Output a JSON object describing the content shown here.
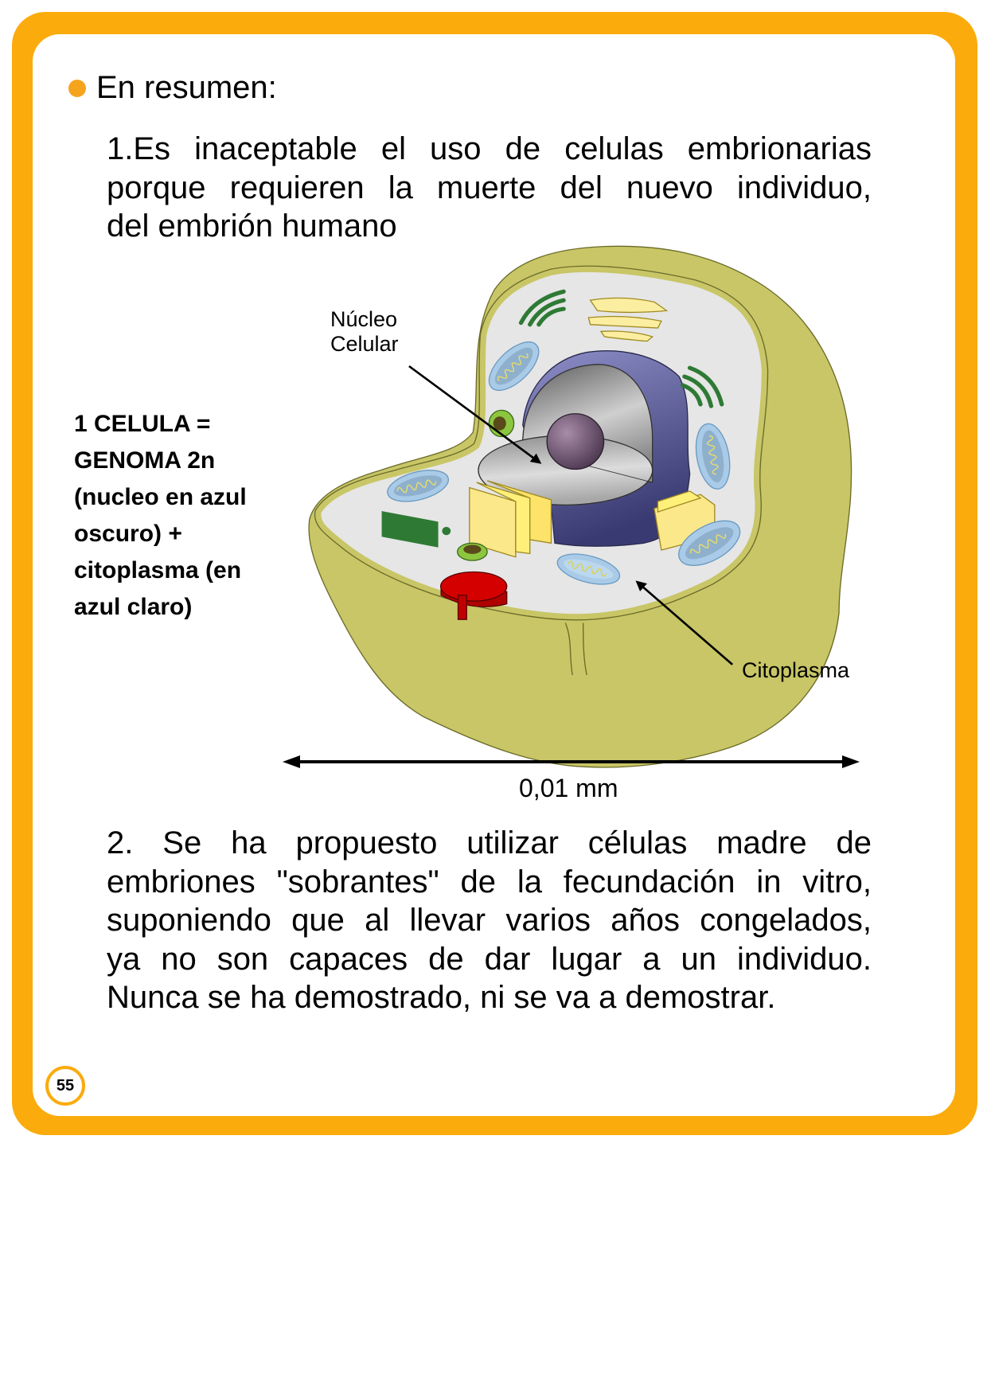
{
  "heading": "En resumen:",
  "point1": {
    "lines": [
      "1.Es inaceptable el uso de celulas embrionarias",
      "porque requieren la muerte del nuevo individuo,",
      "del embrión humano"
    ]
  },
  "side_label": {
    "lines": [
      "1 CELULA =",
      "GENOMA 2n",
      "(nucleo en azul",
      "oscuro) +",
      "citoplasma (en",
      "azul claro)"
    ]
  },
  "diagram": {
    "nucleus_label": [
      "Núcleo",
      "Celular"
    ],
    "cytoplasm_label": "Citoplasma",
    "scale_label": "0,01 mm"
  },
  "point2": {
    "lines": [
      "2. Se ha propuesto utilizar células madre de",
      "embriones \"sobrantes\" de la fecundación in vitro,",
      "suponiendo que al llevar varios años congelados,",
      "ya no son capaces de dar lugar a un individuo.",
      "Nunca se ha demostrado, ni se va a demostrar."
    ]
  },
  "page_number": "55",
  "colors": {
    "frame": "#fbab0c",
    "cell_wall": "#c8c666",
    "cytoplasm": "#e5e5e5",
    "nucleus": "#4a4a8a"
  }
}
